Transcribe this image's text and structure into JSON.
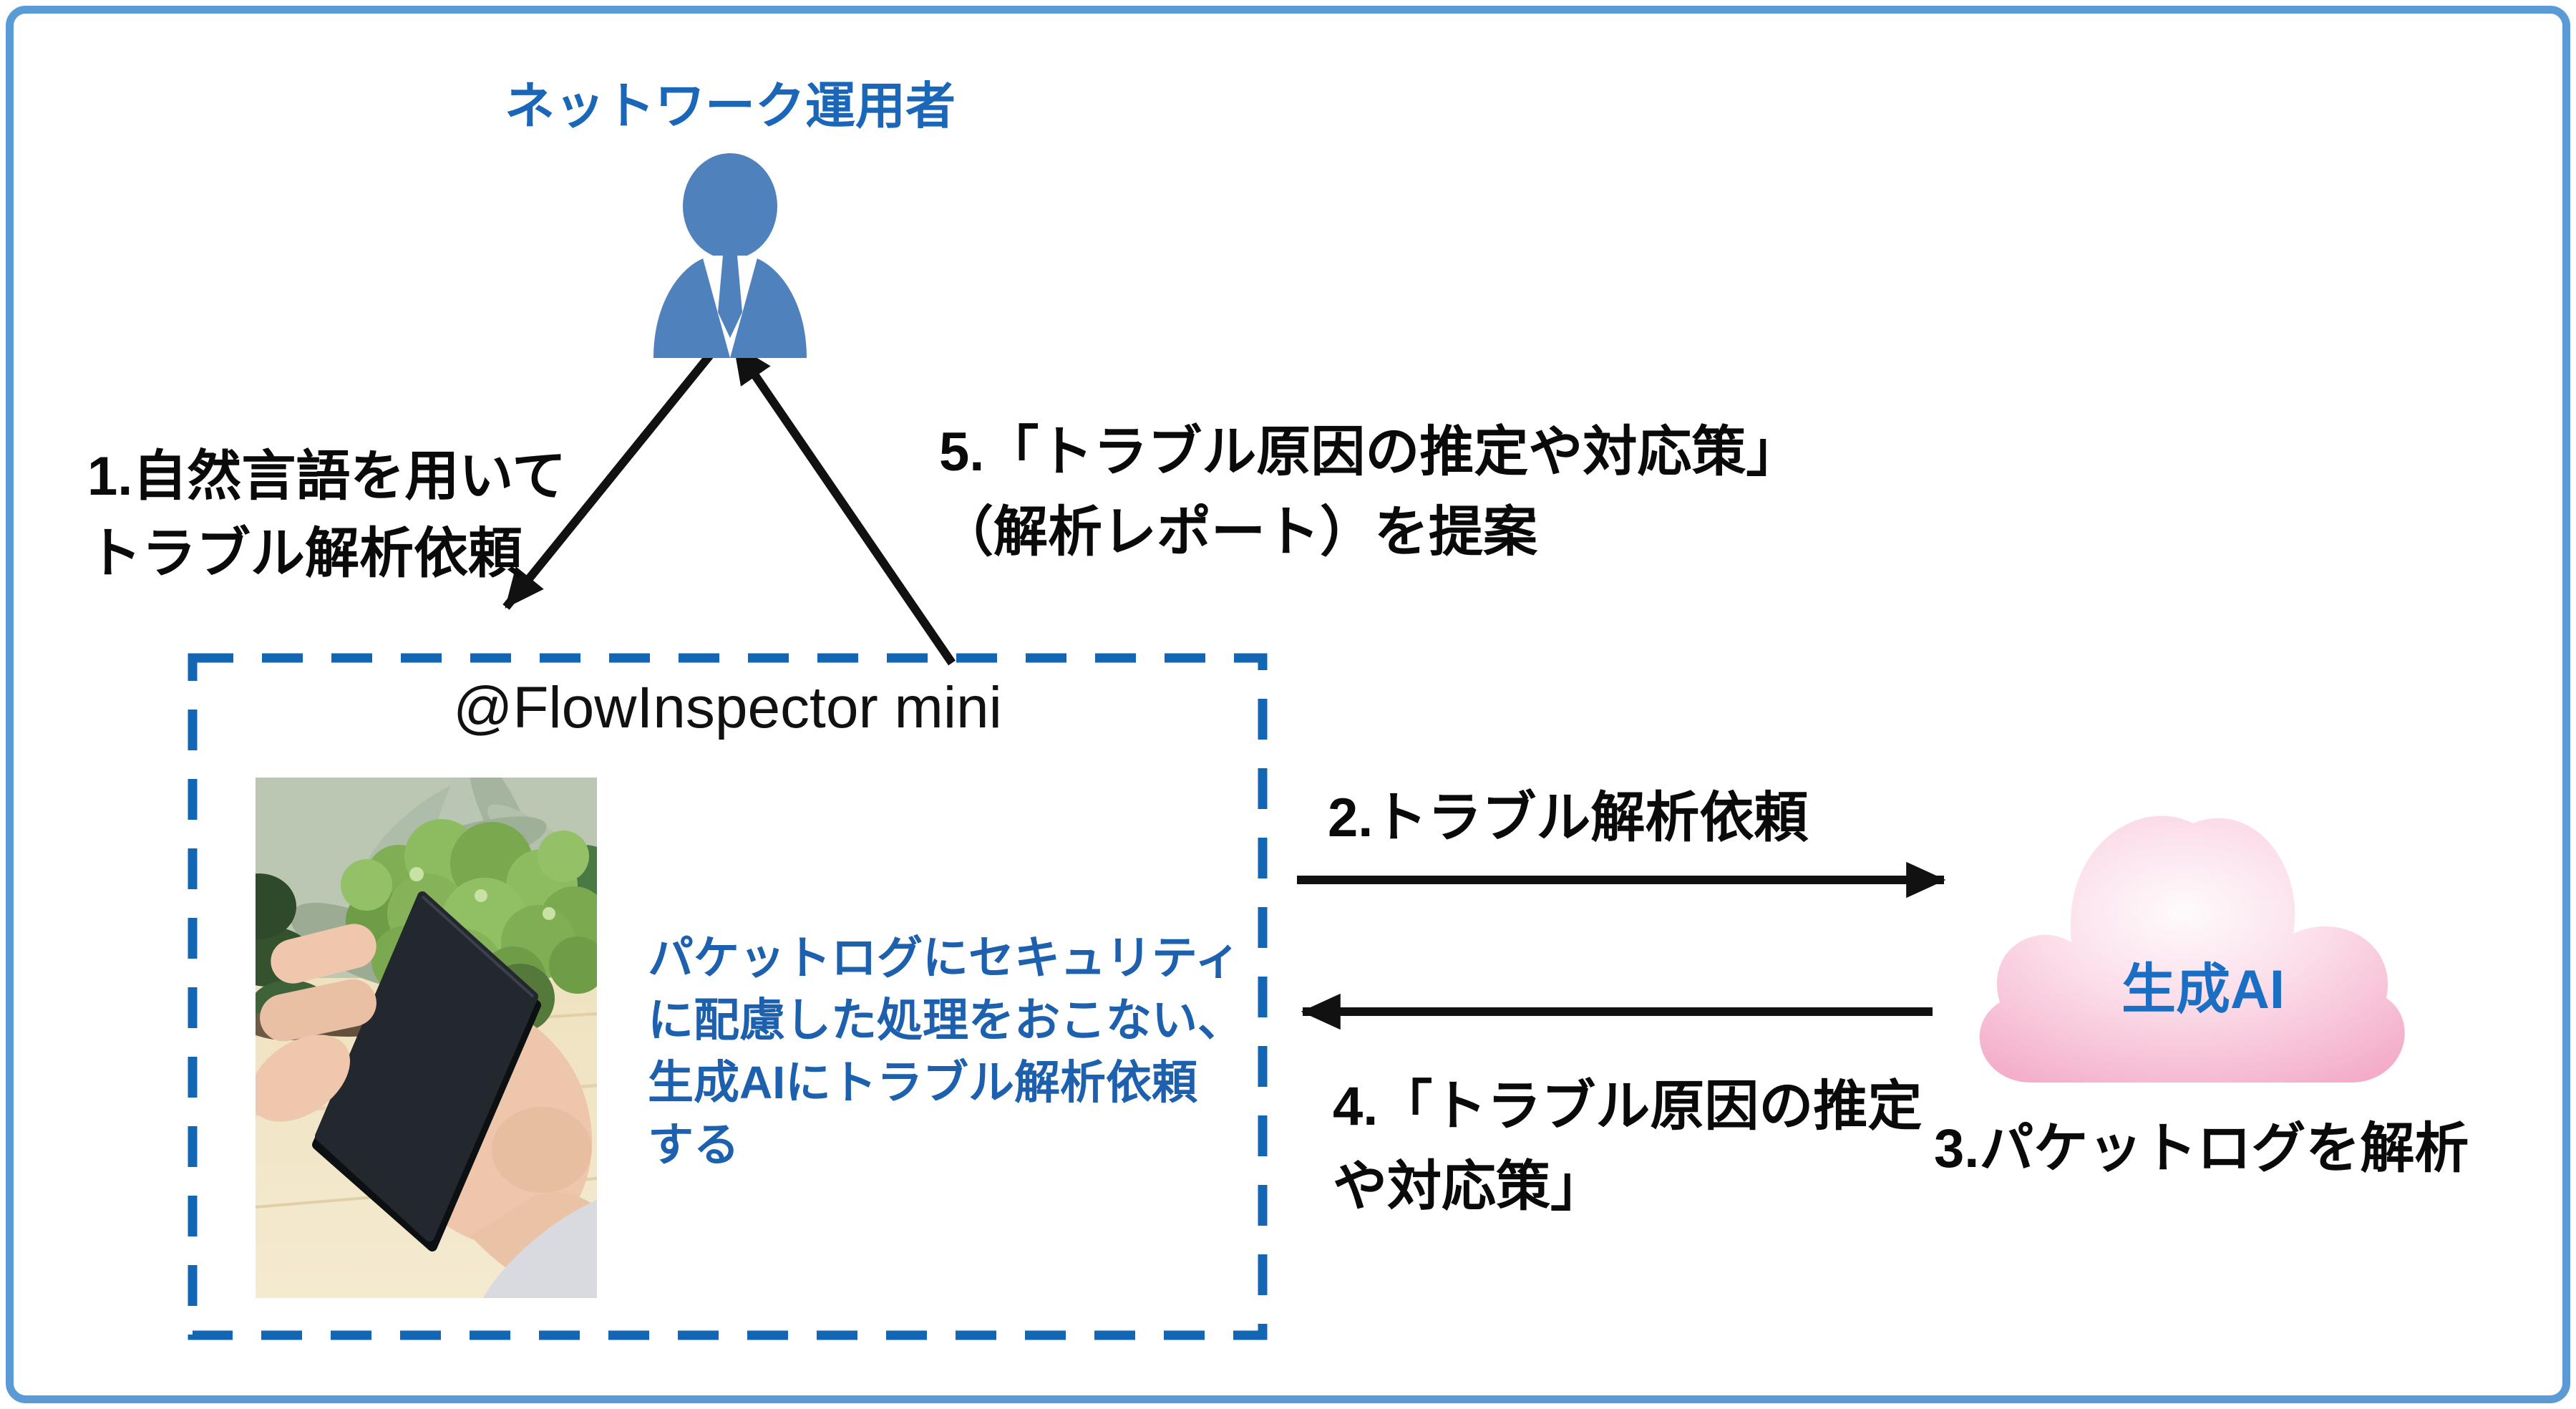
{
  "operator": {
    "title": "ネットワーク運用者",
    "icon": "person-icon"
  },
  "steps": {
    "s1": {
      "line1": "1.自然言語を用いて",
      "line2": "トラブル解析依頼"
    },
    "s2": {
      "label": "2.トラブル解析依頼"
    },
    "s3": {
      "label": "3.パケットログを解析"
    },
    "s4": {
      "line1": "4.「トラブル原因の推定",
      "line2": "や対応策」"
    },
    "s5": {
      "line1": "5.「トラブル原因の推定や対応策」",
      "line2": "（解析レポート）を提案"
    }
  },
  "device_box": {
    "title": "@FlowInspector mini",
    "desc_line1": "パケットログにセキュリティ",
    "desc_line2": "に配慮した処理をおこない、",
    "desc_line3": "生成AIにトラブル解析依頼",
    "desc_line4": "する",
    "photo": "hand-holding-black-device-photo"
  },
  "cloud": {
    "label": "生成AI",
    "icon": "cloud-shape"
  },
  "colors": {
    "outer_border": "#5b9bd5",
    "dashed_border": "#1266b4",
    "title_blue": "#1a66b8",
    "box_text_blue": "#1d60ae",
    "cloud_label_blue": "#1a6fc4",
    "cloud_pink_edge": "#f3a9c6",
    "cloud_pink_center": "#fefbfc",
    "person_icon_blue": "#4f81bd",
    "arrow_black": "#111111",
    "label_black": "#0a0a0a"
  }
}
